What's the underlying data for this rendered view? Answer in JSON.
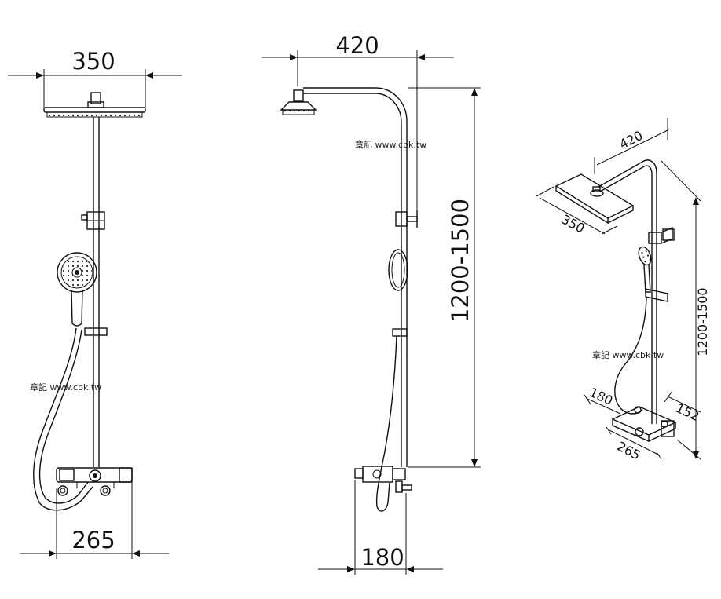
{
  "watermark": "章記 www.cbk.tw",
  "front_view": {
    "width_head": "350",
    "width_base": "265"
  },
  "side_view": {
    "arm_reach": "420",
    "height_range": "1200-1500",
    "depth": "180"
  },
  "iso_view": {
    "arm_reach": "420",
    "head_width": "350",
    "height_range": "1200-1500",
    "depth": "180",
    "spout": "152",
    "base_width": "265"
  }
}
